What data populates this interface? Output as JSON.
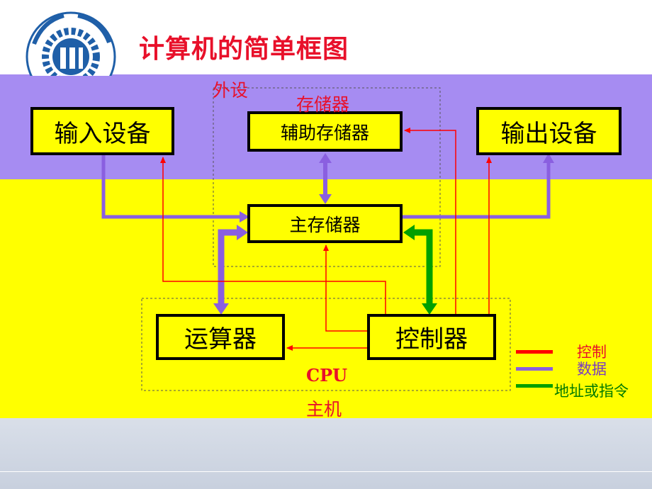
{
  "title": "计算机的简单框图",
  "blocks": {
    "input": "输入设备",
    "output": "输出设备",
    "aux_storage": "辅助存储器",
    "main_memory": "主存储器",
    "alu": "运算器",
    "controller": "控制器"
  },
  "groups": {
    "peripheral": "外设",
    "storage": "存储器",
    "cpu": "CPU",
    "host": "主机"
  },
  "legend": {
    "control": "控制",
    "data": "数据",
    "address": "地址或指令"
  },
  "colors": {
    "control": "#ff0000",
    "data": "#8a5fe0",
    "address": "#00a000",
    "peripheral_band": "#a68cf2",
    "host_band": "#ffff00",
    "title": "#e8102a"
  },
  "logo": {
    "icon": "university-logo-icon"
  }
}
